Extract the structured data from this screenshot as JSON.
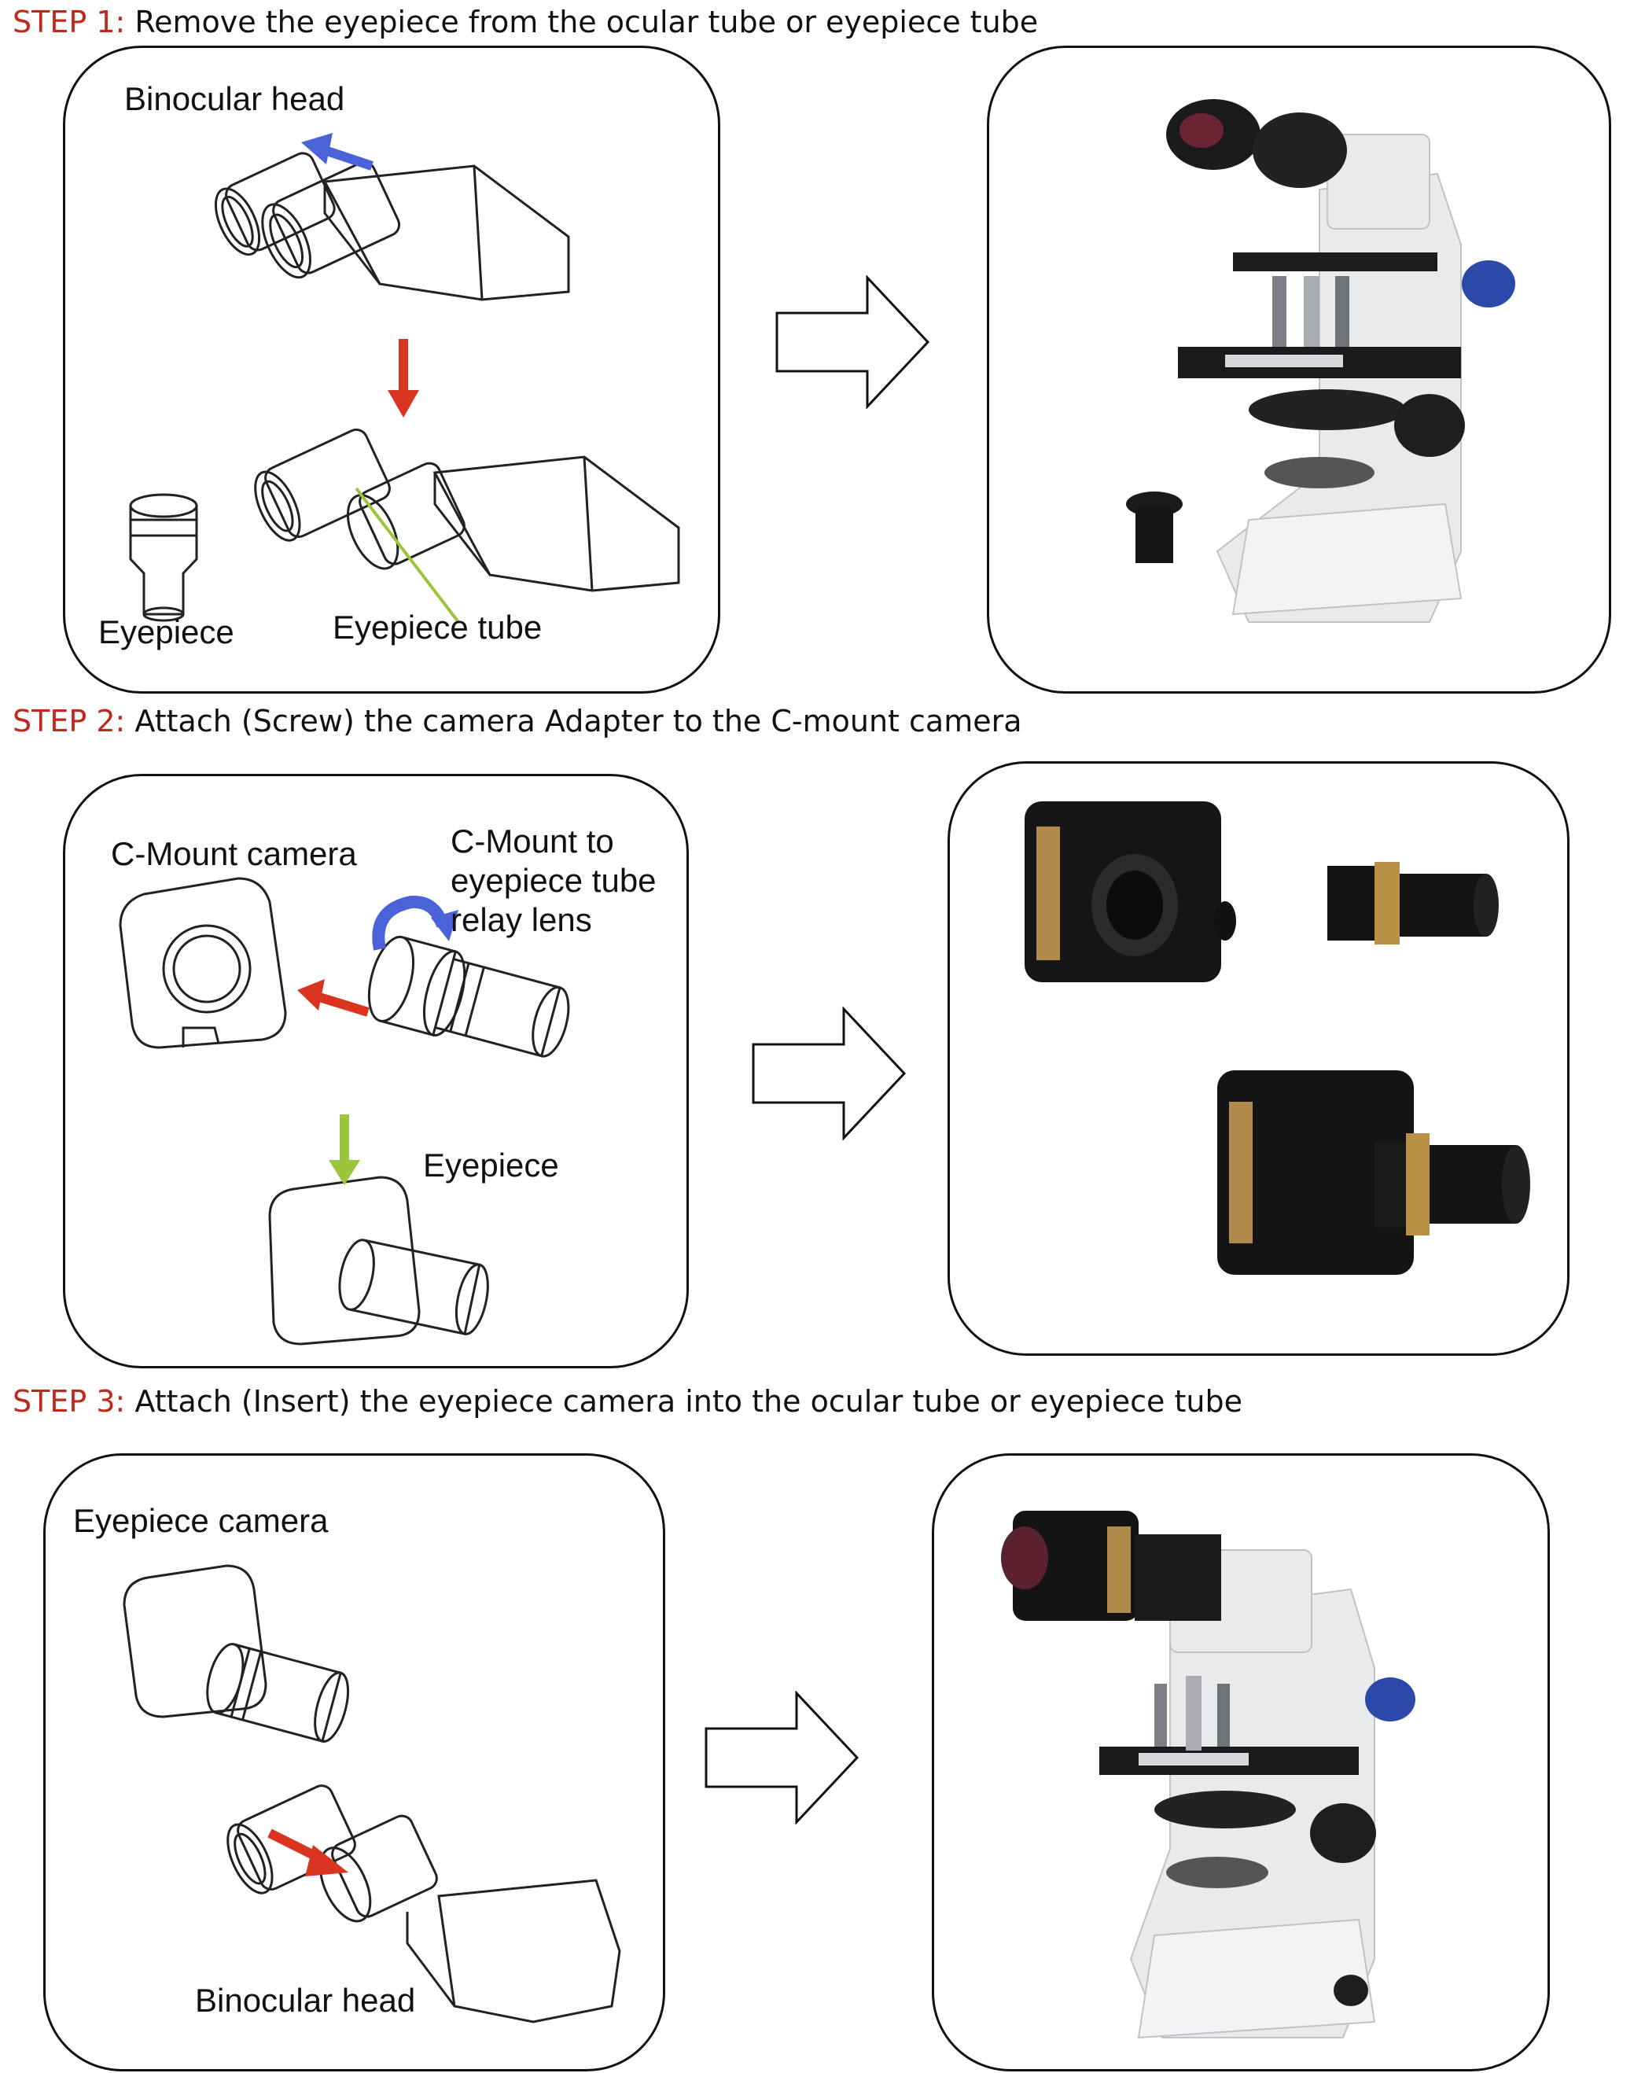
{
  "steps": [
    {
      "label": "STEP 1:",
      "text": " Remove the eyepiece from the ocular tube or eyepiece tube",
      "captions": {
        "binocular_head": "Binocular head",
        "eyepiece": "Eyepiece",
        "eyepiece_tube": "Eyepiece tube"
      }
    },
    {
      "label": "STEP 2:",
      "text": " Attach (Screw) the camera Adapter to the C-mount camera",
      "captions": {
        "cmount_camera": "C-Mount camera",
        "relay_lens": [
          "C-Mount to",
          "eyepiece tube",
          "relay lens"
        ],
        "eyepiece": "Eyepiece"
      }
    },
    {
      "label": "STEP 3:",
      "text": " Attach (Insert) the eyepiece camera into the ocular tube or eyepiece tube",
      "captions": {
        "eyepiece_camera": "Eyepiece camera",
        "binocular_head": "Binocular head"
      }
    }
  ],
  "colors": {
    "step_label": "#c0281c",
    "arrow_red": "#d8341f",
    "arrow_blue": "#4a63d8",
    "arrow_green": "#9bc53d"
  },
  "icons": [
    "binocular-head-drawing",
    "eyepiece-drawing",
    "microscope-photo",
    "camera-drawing",
    "relay-lens-drawing",
    "camera-photo",
    "outline-right-arrow-icon"
  ]
}
